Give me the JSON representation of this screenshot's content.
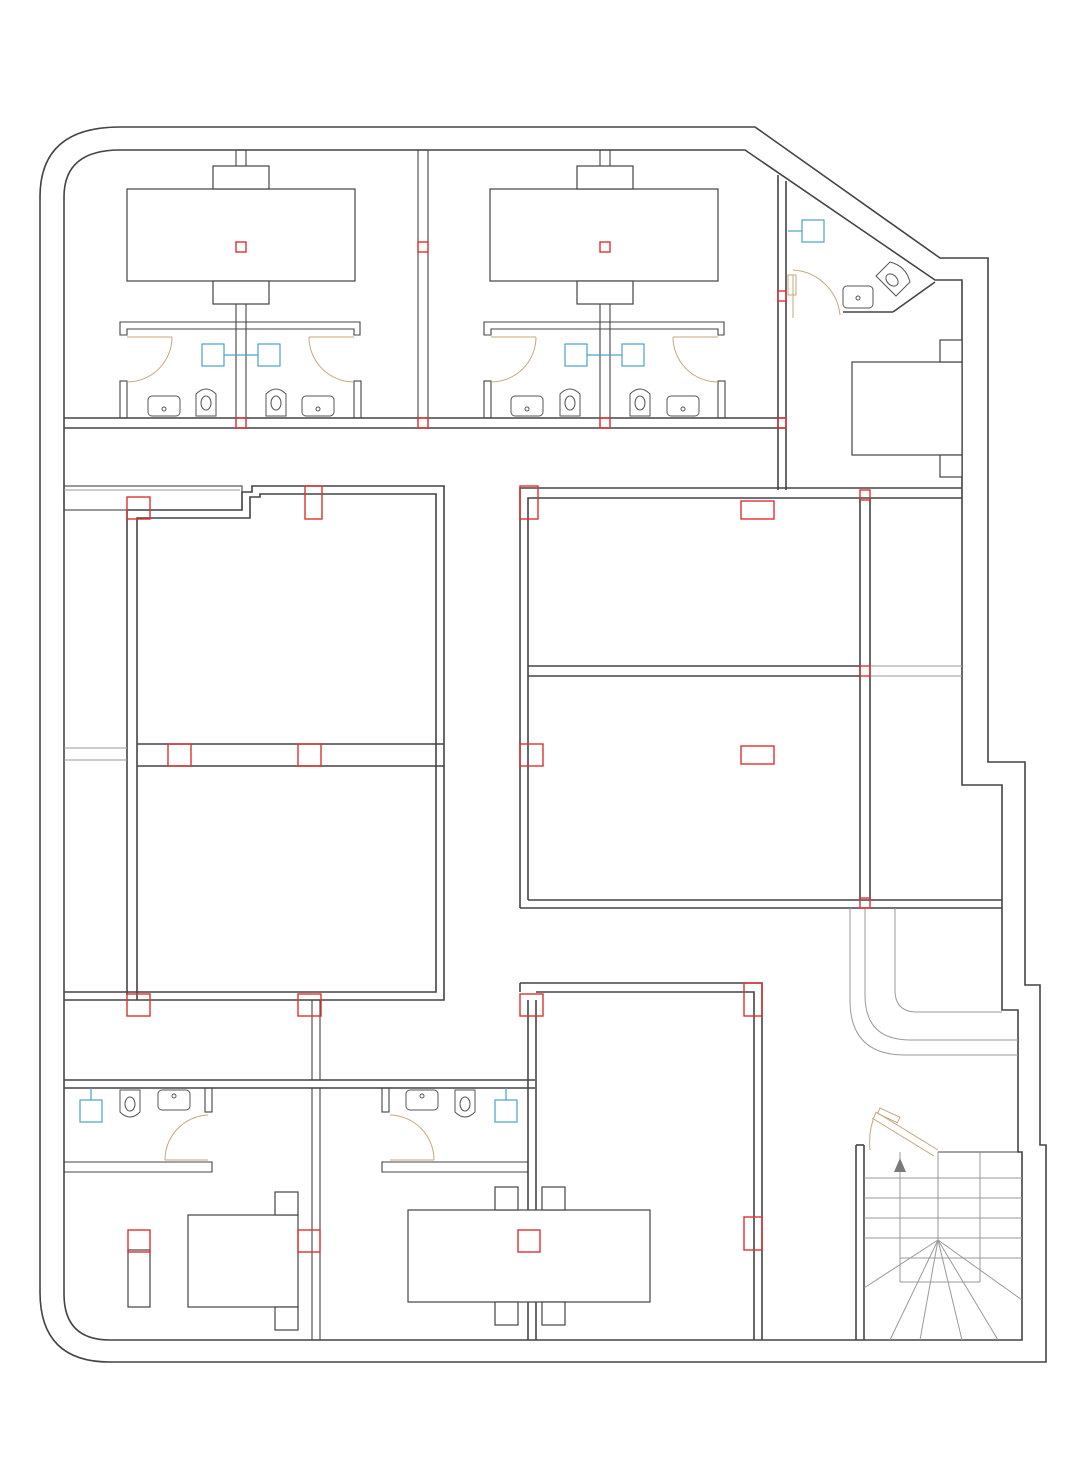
{
  "drawing": {
    "type": "architectural-floor-plan",
    "rooms": [
      "bedroom",
      "bedroom",
      "bedroom",
      "bedroom",
      "hall",
      "hall",
      "stair-hall",
      "bathroom",
      "bathroom",
      "bathroom",
      "bathroom",
      "bathroom",
      "bathroom",
      "bathroom"
    ],
    "stair_direction": "up"
  },
  "colors": {
    "wall": "#444444",
    "thin": "#9a9a9a",
    "column": "#e03030",
    "plumb": "#4aa3c7",
    "door": "#c8a77a",
    "fixture": "#555555",
    "arrow": "#7a7a7a"
  },
  "icons": {
    "toilet": "toilet-icon",
    "sink": "sink-icon",
    "water-heater": "water-heater-icon",
    "door-swing": "door-swing-icon",
    "stair-arrow": "arrow-up-icon"
  }
}
